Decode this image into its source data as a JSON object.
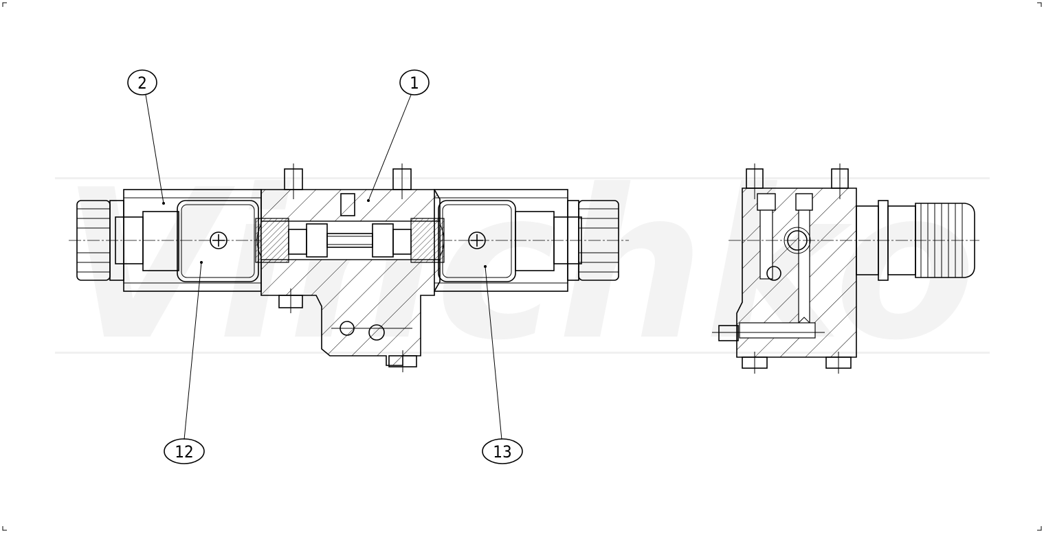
{
  "watermark": {
    "text": "Vinchko"
  },
  "callouts": [
    {
      "id": "2",
      "label": "2"
    },
    {
      "id": "1",
      "label": "1"
    },
    {
      "id": "12",
      "label": "12"
    },
    {
      "id": "13",
      "label": "13"
    }
  ],
  "colors": {
    "line": "#000000",
    "background": "#ffffff",
    "watermark": "#f3f3f3"
  }
}
